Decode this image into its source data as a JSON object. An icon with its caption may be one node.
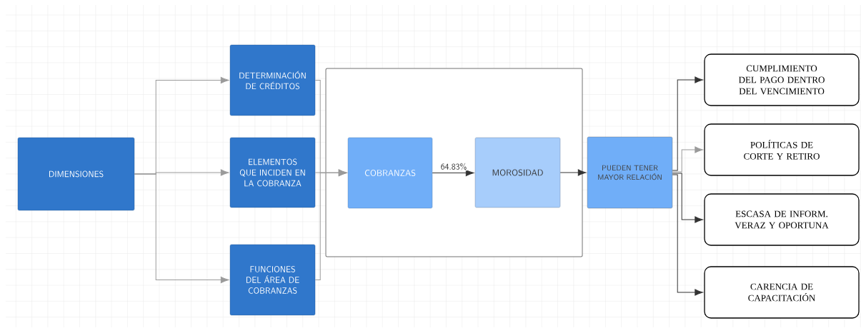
{
  "diagram": {
    "nodes": [
      {
        "text": [
          "DIMENSIONES"
        ]
      },
      {
        "text": [
          "DETERMINACIÓN DE CRÉDITOS"
        ]
      },
      {
        "text": [
          "ELEMENTOS QUE INCIDEN EN LA COBRANZA"
        ]
      },
      {
        "text": [
          "FUNCIONES DEL ÁREA DE COBRANZAS"
        ]
      },
      {
        "text": [],
        "shape": "box"
      },
      {
        "text": [
          "COBRANZAS"
        ],
        "in": 4
      },
      {
        "text": [
          "MOROSIDAD"
        ],
        "in": 4
      },
      {
        "text": [
          "PUEDEN TENER MAYOR RELACIÓN"
        ]
      },
      {
        "text": [
          "CUMPLIMIENTO DEL PAGO DENTRO DEL VENCIMIENTO"
        ]
      },
      {
        "text": [
          "POLÍTICAS DE CORTE Y RETIRO"
        ]
      },
      {
        "text": [
          "ESCASA DE INFORM. VERAZ Y OPORTUNA"
        ]
      },
      {
        "text": [
          "CARENCIA DE CAPACITACIÓN"
        ]
      }
    ],
    "edges": [
      {
        "from": 0,
        "to": 1,
        "arrow": "to"
      },
      {
        "from": 0,
        "to": 2,
        "arrow": "to"
      },
      {
        "from": 0,
        "to": 3,
        "arrow": "to"
      },
      {
        "from": 1,
        "to": 5,
        "arrow": "to"
      },
      {
        "from": 2,
        "to": 5,
        "arrow": "to"
      },
      {
        "from": 3,
        "to": 5,
        "arrow": "to"
      },
      {
        "from": 5,
        "to": 6,
        "arrow": "to",
        "label": "64.83%",
        "color": "#333333"
      },
      {
        "from": 6,
        "to": 7,
        "arrow": "to",
        "color": "#333333"
      },
      {
        "from": 7,
        "to": 8,
        "arrow": "to",
        "color": "#333333"
      },
      {
        "from": 7,
        "to": 9,
        "arrow": "to"
      },
      {
        "from": 7,
        "to": 10,
        "arrow": "to",
        "color": "#333333"
      },
      {
        "from": 7,
        "to": 11,
        "arrow": "to",
        "color": "#333333"
      }
    ]
  }
}
